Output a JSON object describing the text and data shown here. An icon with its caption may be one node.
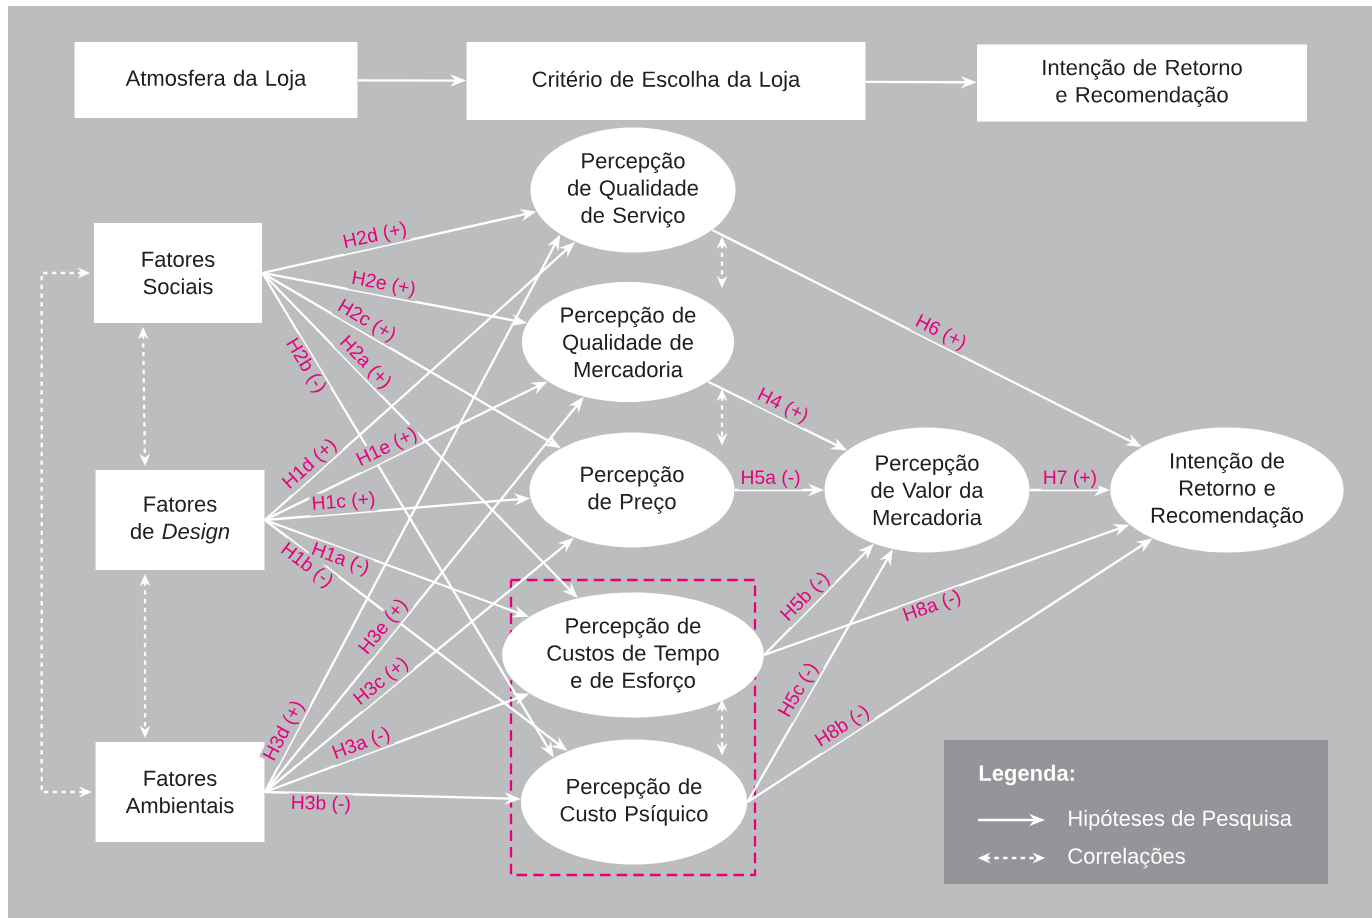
{
  "diagram": {
    "nodes": [
      {
        "text": [
          "Atmosfera da Loja"
        ]
      },
      {
        "text": [
          "Critério de Escolha da Loja"
        ]
      },
      {
        "text": [
          "Intenção de Retorno e Recomendação"
        ]
      },
      {
        "text": [
          "Fatores Sociais"
        ]
      },
      {
        "text": [
          "Fatores de *Design*"
        ]
      },
      {
        "text": [
          "Fatores Ambientais"
        ]
      },
      {
        "text": [
          "Percepção de Qualidade de Serviço"
        ]
      },
      {
        "text": [
          "Percepção de Qualidade de Mercadoria"
        ]
      },
      {
        "text": [
          "Percepção de Preço"
        ]
      },
      {
        "text": [
          "Percepção de Custos de Tempo e de Esforço"
        ]
      },
      {
        "text": [
          "Percepção de Custo Psíquico"
        ]
      },
      {
        "text": [
          "Percepção de Valor da Mercadoria"
        ]
      },
      {
        "text": [
          "Intenção de Retorno e Recomendação"
        ]
      }
    ],
    "edges": [
      {
        "from": 0,
        "to": 1,
        "arrow": "to"
      },
      {
        "from": 1,
        "to": 2,
        "arrow": "to"
      },
      {
        "from": 3,
        "to": 6,
        "arrow": "to",
        "label": "H2d (+)"
      },
      {
        "from": 3,
        "to": 7,
        "arrow": "to",
        "label": "H2e (+)"
      },
      {
        "from": 3,
        "to": 8,
        "arrow": "to",
        "label": "H2c (+)"
      },
      {
        "from": 3,
        "to": 9,
        "arrow": "to",
        "label": "H2a (+)"
      },
      {
        "from": 3,
        "to": 10,
        "arrow": "to",
        "label": "H2b (-)"
      },
      {
        "from": 4,
        "to": 6,
        "arrow": "to",
        "label": "H1d (+)"
      },
      {
        "from": 4,
        "to": 7,
        "arrow": "to",
        "label": "H1e (+)"
      },
      {
        "from": 4,
        "to": 8,
        "arrow": "to",
        "label": "H1c (+)"
      },
      {
        "from": 4,
        "to": 9,
        "arrow": "to",
        "label": "H1a (-)"
      },
      {
        "from": 4,
        "to": 10,
        "arrow": "to",
        "label": "H1b (-)"
      },
      {
        "from": 5,
        "to": 6,
        "arrow": "to",
        "label": "H3d (+)"
      },
      {
        "from": 5,
        "to": 7,
        "arrow": "to",
        "label": "H3e (+)"
      },
      {
        "from": 5,
        "to": 8,
        "arrow": "to",
        "label": "H3c (+)"
      },
      {
        "from": 5,
        "to": 9,
        "arrow": "to",
        "label": "H3a (-)"
      },
      {
        "from": 5,
        "to": 10,
        "arrow": "to",
        "label": "H3b (-)"
      },
      {
        "from": 6,
        "to": 12,
        "arrow": "to",
        "label": "H6 (+)"
      },
      {
        "from": 7,
        "to": 11,
        "arrow": "to",
        "label": "H4 (+)"
      },
      {
        "from": 8,
        "to": 11,
        "arrow": "to",
        "label": "H5a (-)"
      },
      {
        "from": 9,
        "to": 11,
        "arrow": "to",
        "label": "H5b (-)"
      },
      {
        "from": 9,
        "to": 12,
        "arrow": "to",
        "label": "H8a (-)"
      },
      {
        "from": 10,
        "to": 11,
        "arrow": "to",
        "label": "H5c (-)"
      },
      {
        "from": 10,
        "to": 12,
        "arrow": "to",
        "label": "H8b (-)"
      },
      {
        "from": 11,
        "to": 12,
        "arrow": "to",
        "label": "H7 (+)"
      },
      {
        "from": 3,
        "to": 4,
        "arrow": "both",
        "style": "dashed"
      },
      {
        "from": 4,
        "to": 5,
        "arrow": "both",
        "style": "dashed"
      },
      {
        "from": 3,
        "to": 5,
        "arrow": "both",
        "style": "dashed"
      },
      {
        "from": 6,
        "to": 7,
        "arrow": "both",
        "style": "dashed"
      },
      {
        "from": 7,
        "to": 8,
        "arrow": "both",
        "style": "dashed"
      },
      {
        "from": 9,
        "to": 10,
        "arrow": "both",
        "style": "dashed"
      }
    ],
    "labels": [
      "Legenda:"
    ],
    "legend": [
      {
        "text": "Hipóteses de Pesquisa"
      },
      {
        "text": "Correlações"
      }
    ]
  }
}
